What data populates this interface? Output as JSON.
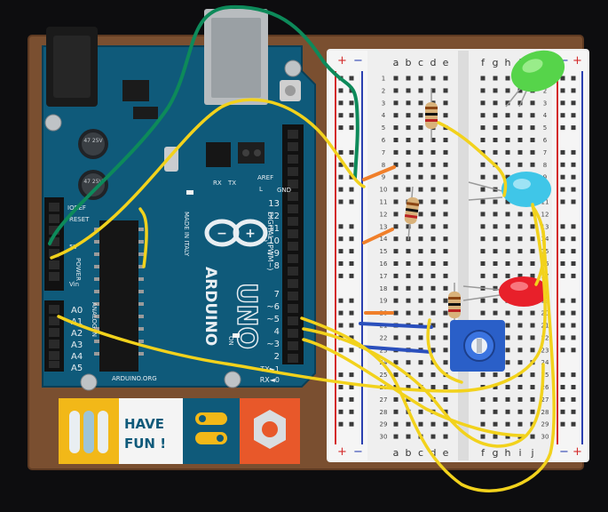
{
  "arduino": {
    "brand": "ARDUINO",
    "model": "UNO",
    "made_in": "MADE IN ITALY",
    "website": "ARDUINO.ORG",
    "digital_header": "DIGITAL (PWM~)",
    "power_header": "POWER",
    "analog_header": "ANALOG IN",
    "reset_label": "RESET",
    "on_label": "ON",
    "aref_label": "AREF",
    "gnd_label": "GND",
    "ioref_label": "IOREF",
    "v5_label": "5V",
    "vin_label": "Vin",
    "tx_label": "TX",
    "rx_label": "RX",
    "l_label": "L",
    "cap_label": "47 25V",
    "digital_pins": [
      "13",
      "12",
      "~11",
      "~10",
      "~9",
      "8",
      "7",
      "~6",
      "~5",
      "4",
      "~3",
      "2",
      "TX►1",
      "RX◄0"
    ],
    "analog_pins": [
      "A0",
      "A1",
      "A2",
      "A3",
      "A4",
      "A5"
    ]
  },
  "breadboard": {
    "left_columns": [
      "a",
      "b",
      "c",
      "d",
      "e"
    ],
    "right_columns": [
      "f",
      "g",
      "h",
      "i",
      "j"
    ],
    "row_numbers": [
      "1",
      "2",
      "3",
      "4",
      "5",
      "6",
      "7",
      "8",
      "9",
      "10",
      "11",
      "12",
      "13",
      "14",
      "15",
      "16",
      "17",
      "18",
      "19",
      "20",
      "21",
      "22",
      "23",
      "24",
      "25",
      "26",
      "27",
      "28",
      "29",
      "30"
    ],
    "rail_plus": "+",
    "rail_minus": "−"
  },
  "sticker": {
    "line1": "HAVE",
    "line2": "FUN !"
  },
  "colors": {
    "pcb": "#0f5a7a",
    "board_base": "#7a4f30",
    "breadboard": "#efefef",
    "wire_yellow": "#f2d21c",
    "wire_green": "#0d8a5a",
    "led_green": "#56d44a",
    "led_blue": "#3fc6e8",
    "led_red": "#e8202a"
  }
}
